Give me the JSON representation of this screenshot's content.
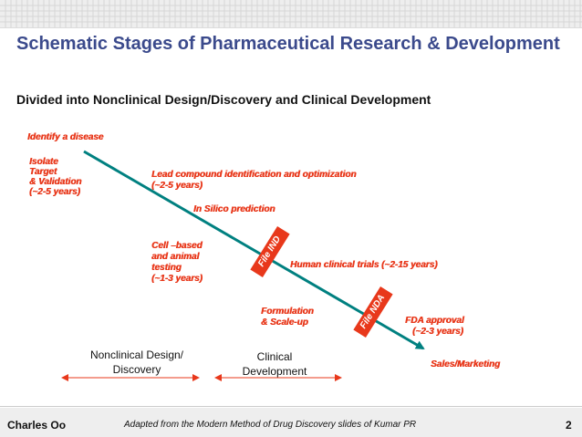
{
  "header": {
    "title": "Schematic Stages of Pharmaceutical Research & Development",
    "subtitle": "Divided into Nonclinical Design/Discovery and Clinical Development"
  },
  "stages": {
    "identify": "Identify a disease",
    "isolate_1": "Isolate",
    "isolate_2": "Target",
    "isolate_3": "& Validation",
    "isolate_4": "(~2-5 years)",
    "lead_1": "Lead compound identification and optimization",
    "lead_2": "(~2-5 years)",
    "insilico": "In Silico prediction",
    "cell_1": "Cell –based",
    "cell_2": "and animal",
    "cell_3": "testing",
    "cell_4": "(~1-3 years)",
    "clinical_trials": "Human clinical trials (~2-15 years)",
    "formulation_1": "Formulation",
    "formulation_2": "& Scale-up",
    "fda_1": "FDA approval",
    "fda_2": "(~2-3 years)",
    "sales": "Sales/Marketing",
    "file_ind": "File IND",
    "file_nda": "File NDA"
  },
  "phases": {
    "nonclinical_1": "Nonclinical Design/",
    "nonclinical_2": "Discovery",
    "clinical_1": "Clinical",
    "clinical_2": "Development"
  },
  "footer": {
    "author": "Charles Oo",
    "source": "Adapted from the Modern Method of Drug Discovery slides of Kumar PR",
    "page": "2"
  },
  "colors": {
    "title": "#3b4a8c",
    "stage_text": "#e8381b",
    "arrow": "#008080"
  }
}
